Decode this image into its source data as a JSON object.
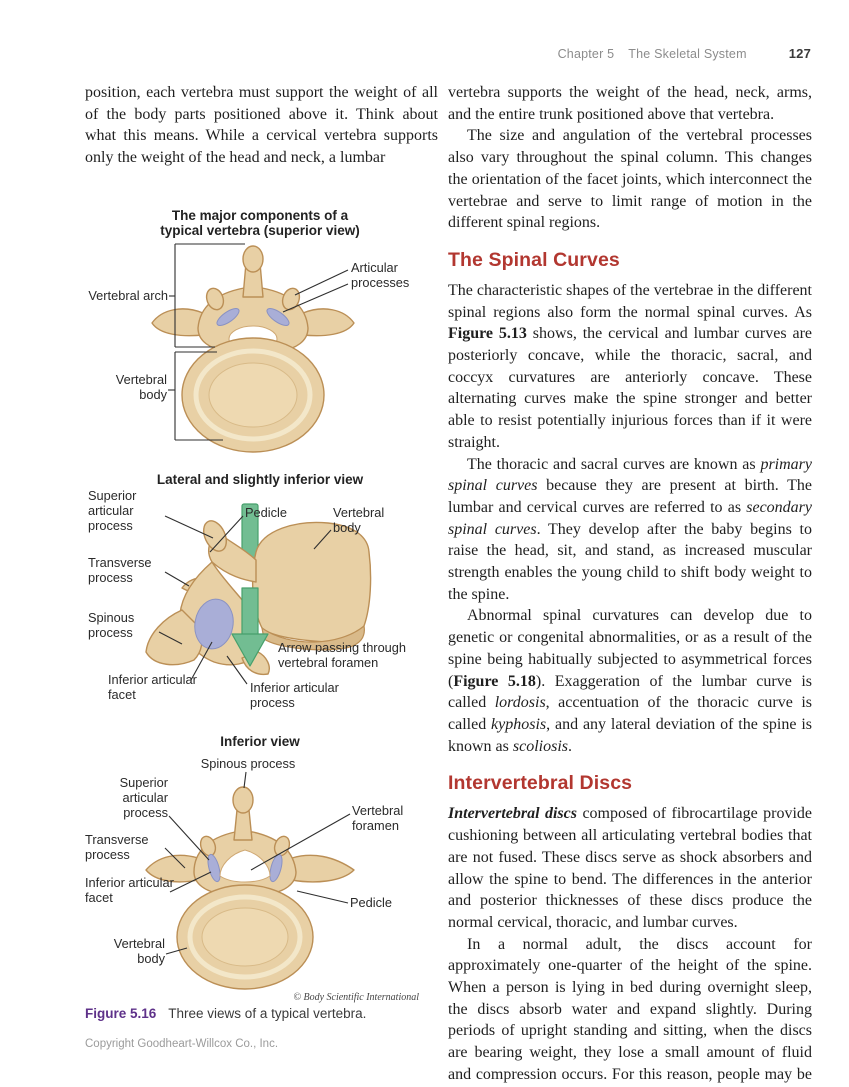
{
  "colors": {
    "accent_red": "#b23730",
    "caption_purple": "#5e3189",
    "bone": "#e8d0a5",
    "bone_outline": "#bb8f56",
    "bone_shadow": "#d9ba8a",
    "facet_blue": "#a9aed7",
    "arrow_green": "#72bd92"
  },
  "header": {
    "chapter": "Chapter 5",
    "book_section": "The Skeletal System",
    "page_number": "127"
  },
  "footer": {
    "copyright": "Copyright Goodheart-Willcox Co., Inc."
  },
  "left_column": {
    "intro_paragraph": "position, each vertebra must support the weight of all of the body parts positioned above it. Think about what this means. While a cervical vertebra supports only the weight of the head and neck, a lumbar"
  },
  "figure": {
    "superior_view": {
      "title_line1": "The major components of a",
      "title_line2": "typical vertebra (superior view)",
      "labels": {
        "vertebral_arch": "Vertebral arch",
        "articular_processes": "Articular processes",
        "vertebral_body": "Vertebral body"
      }
    },
    "lateral_view": {
      "title": "Lateral and slightly inferior view",
      "labels": {
        "superior_articular_process": "Superior articular process",
        "pedicle": "Pedicle",
        "vertebral_body": "Vertebral body",
        "transverse_process": "Transverse process",
        "spinous_process": "Spinous process",
        "arrow_note": "Arrow passing through vertebral foramen",
        "inferior_articular_facet": "Inferior articular facet",
        "inferior_articular_process": "Inferior articular process"
      }
    },
    "inferior_view": {
      "title": "Inferior view",
      "labels": {
        "spinous_process": "Spinous process",
        "superior_articular_process": "Superior articular process",
        "vertebral_foramen": "Vertebral foramen",
        "transverse_process": "Transverse process",
        "inferior_articular_facet": "Inferior articular facet",
        "pedicle": "Pedicle",
        "vertebral_body": "Vertebral body"
      }
    },
    "credit": "© Body Scientific International",
    "caption_label": "Figure 5.16",
    "caption_text": "Three views of a typical vertebra."
  },
  "right_column": {
    "blocks": [
      {
        "indent": false,
        "segments": [
          {
            "t": "vertebra supports the weight of the head, neck, arms, and the entire trunk positioned above that vertebra."
          }
        ]
      },
      {
        "indent": true,
        "segments": [
          {
            "t": "The size and angulation of the vertebral processes also vary throughout the spinal column. This changes the orientation of the facet joints, which interconnect the vertebrae and serve to limit range of motion in the different spinal regions."
          }
        ]
      },
      {
        "heading": "The Spinal Curves"
      },
      {
        "indent": false,
        "segments": [
          {
            "t": "The characteristic shapes of the vertebrae in the different spinal regions also form the normal spinal curves. As "
          },
          {
            "t": "Figure 5.13",
            "b": true
          },
          {
            "t": " shows, the cervical and lumbar curves are posteriorly concave, while the thoracic, sacral, and coccyx curvatures are anteriorly concave. These alternating curves make the spine stronger and better able to resist potentially injurious forces than if it were straight."
          }
        ]
      },
      {
        "indent": true,
        "segments": [
          {
            "t": "The thoracic and sacral curves are known as "
          },
          {
            "t": "primary spinal curves",
            "i": true
          },
          {
            "t": " because they are present at birth. The lumbar and cervical curves are referred to as "
          },
          {
            "t": "secondary spinal curves",
            "i": true
          },
          {
            "t": ". They develop after the baby begins to raise the head, sit, and stand, as increased muscular strength enables the young child to shift body weight to the spine."
          }
        ]
      },
      {
        "indent": true,
        "segments": [
          {
            "t": "Abnormal spinal curvatures can develop due to genetic or congenital abnormalities, or as a result of the spine being habitually subjected to asymmetrical forces ("
          },
          {
            "t": "Figure 5.18",
            "b": true
          },
          {
            "t": "). Exaggeration of the lumbar curve is called "
          },
          {
            "t": "lordosis",
            "i": true
          },
          {
            "t": ", accentuation of the thoracic curve is called "
          },
          {
            "t": "kyphosis",
            "i": true
          },
          {
            "t": ", and any lateral deviation of the spine is known as "
          },
          {
            "t": "scoliosis",
            "i": true
          },
          {
            "t": "."
          }
        ]
      },
      {
        "heading": "Intervertebral Discs"
      },
      {
        "indent": false,
        "segments": [
          {
            "t": "Intervertebral discs",
            "b": true,
            "i": true
          },
          {
            "t": " composed of fibrocartilage provide cushioning between all articulating vertebral bodies that are not fused. These discs serve as shock absorbers and allow the spine to bend. The differences in the anterior and posterior thicknesses of these discs produce the normal cervical, thoracic, and lumbar curves."
          }
        ]
      },
      {
        "indent": true,
        "segments": [
          {
            "t": "In a normal adult, the discs account for approximately one-quarter of the height of the spine. When a person is lying in bed during overnight sleep, the discs absorb water and expand slightly. During periods of upright standing and sitting, when the discs are bearing weight, they lose a small amount of fluid and compression occurs. For this reason, people may be as much as three-fourths of an inch taller when they first arise in the morning. Injury and progressive"
          }
        ]
      }
    ]
  }
}
